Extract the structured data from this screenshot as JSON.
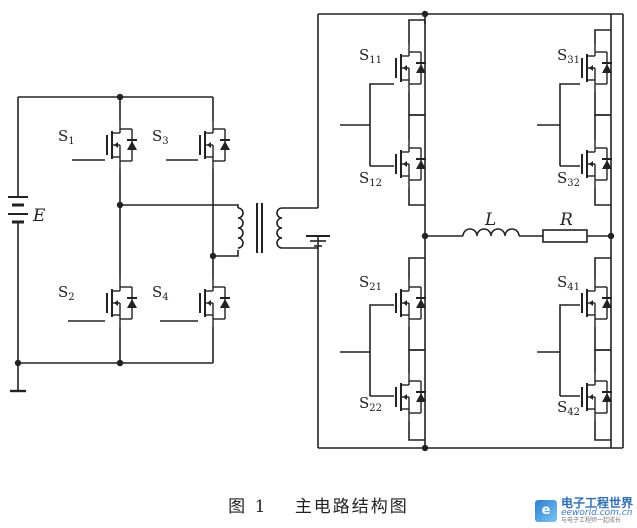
{
  "caption": {
    "figure_no": "图 1",
    "title": "主电路结构图"
  },
  "labels": {
    "source": "E",
    "inductor": "L",
    "resistor": "R"
  },
  "switches": [
    {
      "name": "S",
      "sub": "1"
    },
    {
      "name": "S",
      "sub": "3"
    },
    {
      "name": "S",
      "sub": "2"
    },
    {
      "name": "S",
      "sub": "4"
    },
    {
      "name": "S",
      "sub": "11"
    },
    {
      "name": "S",
      "sub": "12"
    },
    {
      "name": "S",
      "sub": "21"
    },
    {
      "name": "S",
      "sub": "22"
    },
    {
      "name": "S",
      "sub": "31"
    },
    {
      "name": "S",
      "sub": "32"
    },
    {
      "name": "S",
      "sub": "41"
    },
    {
      "name": "S",
      "sub": "42"
    }
  ],
  "watermark": {
    "logo_letter": "e",
    "title": "电子工程世界",
    "url": "eeworld.com.cn",
    "subtitle": "与电子工程师一起成长"
  }
}
